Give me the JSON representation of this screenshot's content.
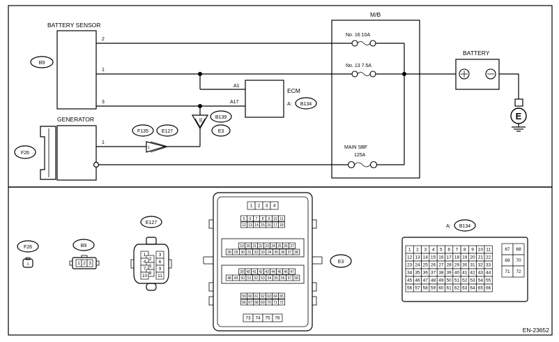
{
  "labels": {
    "battery_sensor": "BATTERY SENSOR",
    "generator": "GENERATOR",
    "mb": "M/B",
    "battery": "BATTERY",
    "ecm": "ECM",
    "ecm_ref": "A:",
    "fuse1": "No. 16  10A",
    "fuse2": "No. 13  7.5A",
    "sbf1": "MAIN SBF",
    "sbf2": "125A",
    "ground": "E",
    "figure_id": "EN-23652",
    "conn_a_prefix": "A:"
  },
  "wires": {
    "w2": "2",
    "w1": "1",
    "w3": "3",
    "gen1": "1",
    "ecm_a1": "A1",
    "ecm_a17": "A17",
    "pin_e3": "1",
    "pin_b139": "50"
  },
  "connectors": {
    "b9": "B9",
    "b134": "B134",
    "f26": "F26",
    "f135": "F135",
    "e127": "E127",
    "b139": "B139",
    "e3": "E3"
  },
  "pins": {
    "f26": [
      "1"
    ],
    "b9": [
      "1",
      "2",
      "3"
    ],
    "e127": [
      "1",
      "3",
      "2",
      "4",
      "6",
      "5",
      "7",
      "9",
      "8",
      "10",
      "11"
    ],
    "e3_top": [
      "1",
      "2",
      "3",
      "4"
    ],
    "e3_r1": [
      "5",
      "6",
      "7",
      "8",
      "9",
      "10",
      "11"
    ],
    "e3_r2": [
      "12",
      "13",
      "14",
      "15",
      "16",
      "17",
      "18"
    ],
    "e3_r3": [
      "19",
      "20",
      "21",
      "22",
      "23",
      "24",
      "25",
      "26",
      "27"
    ],
    "e3_r4": [
      "28",
      "29",
      "30",
      "31",
      "32",
      "33",
      "34",
      "35",
      "36",
      "37",
      "38"
    ],
    "e3_r5": [
      "39",
      "40",
      "41",
      "42",
      "43",
      "44",
      "45",
      "46",
      "47"
    ],
    "e3_r6": [
      "48",
      "49",
      "50",
      "51",
      "52",
      "53",
      "54",
      "55",
      "56",
      "57",
      "58"
    ],
    "e3_r7": [
      "59",
      "60",
      "61",
      "62",
      "63",
      "64",
      "65"
    ],
    "e3_r8": [
      "66",
      "67",
      "68",
      "69",
      "70",
      "71",
      "72"
    ],
    "e3_bot": [
      "73",
      "74",
      "75",
      "76"
    ],
    "b134_main": [
      [
        "1",
        "2",
        "3",
        "4",
        "5",
        "6",
        "7",
        "8",
        "9",
        "10",
        "11"
      ],
      [
        "12",
        "13",
        "14",
        "15",
        "16",
        "17",
        "18",
        "19",
        "20",
        "21",
        "22"
      ],
      [
        "23",
        "24",
        "25",
        "26",
        "27",
        "28",
        "29",
        "30",
        "31",
        "32",
        "33"
      ],
      [
        "34",
        "35",
        "36",
        "37",
        "38",
        "39",
        "40",
        "41",
        "42",
        "43",
        "44"
      ],
      [
        "45",
        "46",
        "47",
        "48",
        "49",
        "50",
        "51",
        "52",
        "53",
        "54",
        "55"
      ],
      [
        "56",
        "57",
        "58",
        "59",
        "60",
        "61",
        "62",
        "63",
        "64",
        "65",
        "66"
      ]
    ],
    "b134_side": [
      [
        "67",
        "68"
      ],
      [
        "69",
        "70"
      ],
      [
        "71",
        "72"
      ]
    ]
  }
}
